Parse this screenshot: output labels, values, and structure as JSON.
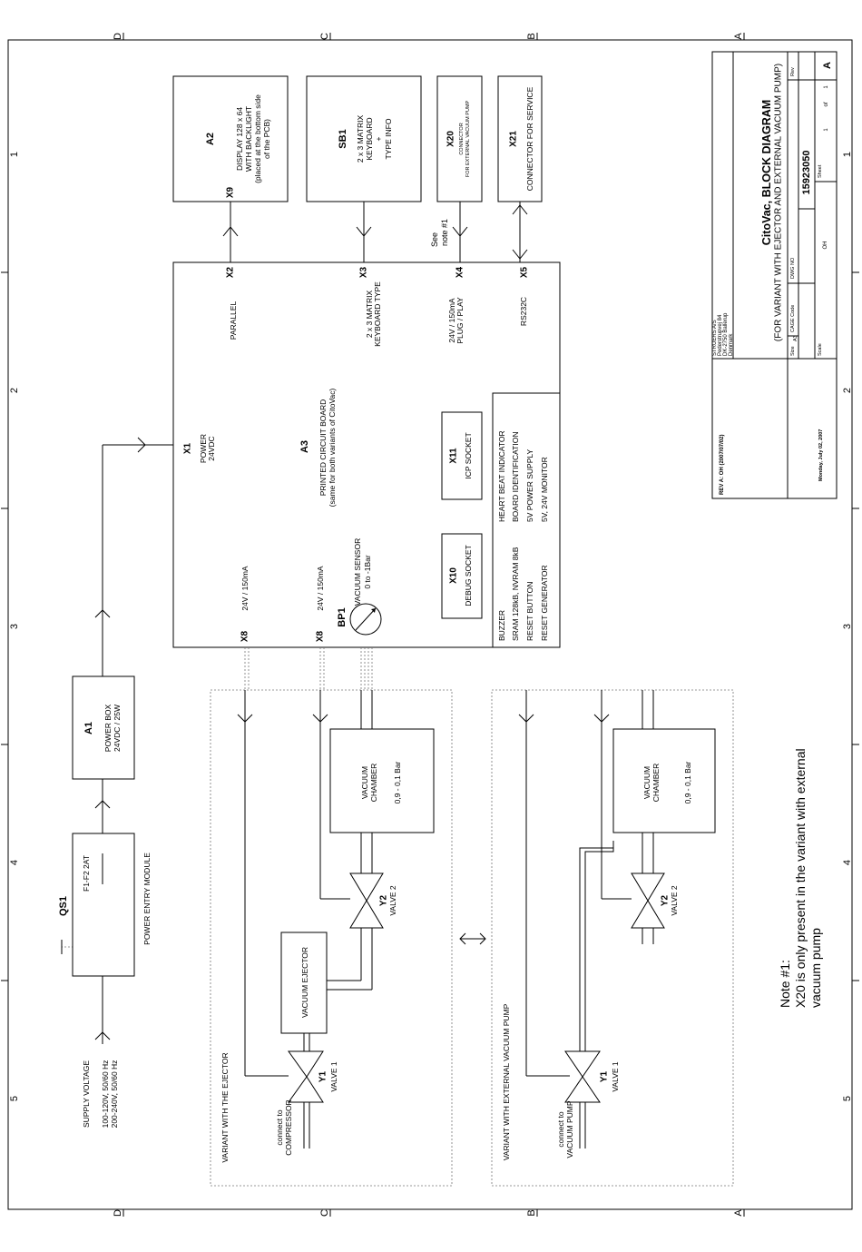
{
  "frame": {
    "zones_horizontal": [
      "D",
      "C",
      "B",
      "A"
    ],
    "zones_vertical": [
      "1",
      "2",
      "3",
      "4",
      "5"
    ]
  },
  "title_block": {
    "company": [
      "STRUERS A/S",
      "Pederstrupvej 84",
      "DK-2750 Ballerup",
      "Denmark"
    ],
    "title": "CitoVac, BLOCK DIAGRAM",
    "subtitle": "(FOR VARIANT WITH EJECTOR AND EXTERNAL VACUUM PUMP)",
    "size_label": "Size",
    "size": "A3",
    "cage_label": "CAGE Code",
    "dwg_label": "DWG NO",
    "dwg_no": "15923050",
    "rev_label": "Rev",
    "rev": "A",
    "author": "OH",
    "scale_label": "Scale",
    "sheet_label": "Sheet",
    "sheet": "1",
    "sheet_of": "of",
    "sheet_total": "1",
    "date": "Monday, July 02, 2007",
    "revision_note": "REV A: OH (2007/07/02)"
  },
  "a2": {
    "id": "A2",
    "lines": [
      "DISPLAY 128 x 64",
      "WITH BACKLIGHT",
      "(placed at the bottom side",
      "of the PCB)"
    ],
    "port": "X9"
  },
  "sb1": {
    "id": "SB1",
    "lines": [
      "2 x 3 MATRIX",
      "KEYBOARD",
      "+",
      "TYPE INFO"
    ]
  },
  "x20": {
    "id": "X20",
    "lines": [
      "CONNECTOR",
      "FOR EXTERNAL VACUUM PUMP"
    ],
    "see_note": [
      "See",
      "note #1"
    ]
  },
  "x21": {
    "id": "X21",
    "text": "CONNECTOR FOR SERVICE"
  },
  "a3": {
    "id": "A3",
    "desc": [
      "PRINTED CIRCUIT BOARD",
      "(same for both variants of CitoVac)"
    ],
    "ports": {
      "x2": {
        "id": "X2",
        "label": "PARALLEL"
      },
      "x3": {
        "id": "X3",
        "label": [
          "2 x 3 MATRIX",
          "KEYBOARD TYPE"
        ]
      },
      "x4": {
        "id": "X4",
        "label": [
          "24V / 150mA",
          "PLUG / PLAY"
        ]
      },
      "x5": {
        "id": "X5",
        "label": "RS232C"
      },
      "x1": {
        "id": "X1",
        "label": [
          "POWER",
          "24VDC"
        ]
      },
      "x8a": {
        "id": "X8",
        "label": "24V / 150mA"
      },
      "x8b": {
        "id": "X8",
        "label": "24V / 150mA"
      }
    },
    "x11": {
      "id": "X11",
      "label": "ICP SOCKET"
    },
    "x10": {
      "id": "X10",
      "label": "DEBUG SOCKET"
    },
    "features_right": [
      "HEART BEAT INDICATOR",
      "BOARD IDENTIFICATION",
      "5V POWER SUPPLY",
      "5V, 24V MONITOR"
    ],
    "features_left": [
      "BUZZER",
      "SRAM 128kB, NVRAM 8kB",
      "RESET BUTTON",
      "RESET GENERATOR"
    ],
    "bp1": {
      "id": "BP1",
      "label": "VACUUM SENSOR",
      "range": "0 to -1Bar"
    }
  },
  "a1": {
    "id": "A1",
    "lines": [
      "POWER BOX",
      "24VDC / 25W"
    ]
  },
  "qs1": {
    "id": "QS1",
    "fuse": "F1-F2  2AT",
    "module": "POWER ENTRY MODULE"
  },
  "supply": {
    "title": "SUPPLY  VOLTAGE",
    "lines": [
      "100-120V, 50/60 Hz",
      "200-240V, 50/60 Hz"
    ]
  },
  "ejector_variant": {
    "title": "VARIANT WITH THE EJECTOR",
    "chamber": [
      "VACUUM",
      "CHAMBER"
    ],
    "pressure": "0,9 - 0,1 Bar",
    "ejector": "VACUUM EJECTOR",
    "y1": {
      "id": "Y1",
      "label": "VALVE 1"
    },
    "y2": {
      "id": "Y2",
      "label": "VALVE  2"
    },
    "connect": [
      "connect to",
      "COMPRESSOR"
    ]
  },
  "pump_variant": {
    "title": "VARIANT WITH EXTERNAL VACUUM PUMP",
    "chamber": [
      "VACUUM",
      "CHAMBER"
    ],
    "pressure": "0,9 - 0,1 Bar",
    "y1": {
      "id": "Y1",
      "label": "VALVE 1"
    },
    "y2": {
      "id": "Y2",
      "label": "VALVE  2"
    },
    "connect": [
      "connect to",
      "VACUUM PUMP"
    ]
  },
  "note": [
    "Note #1:",
    "X20 is only present in the variant with external",
    "vacuum pump"
  ]
}
